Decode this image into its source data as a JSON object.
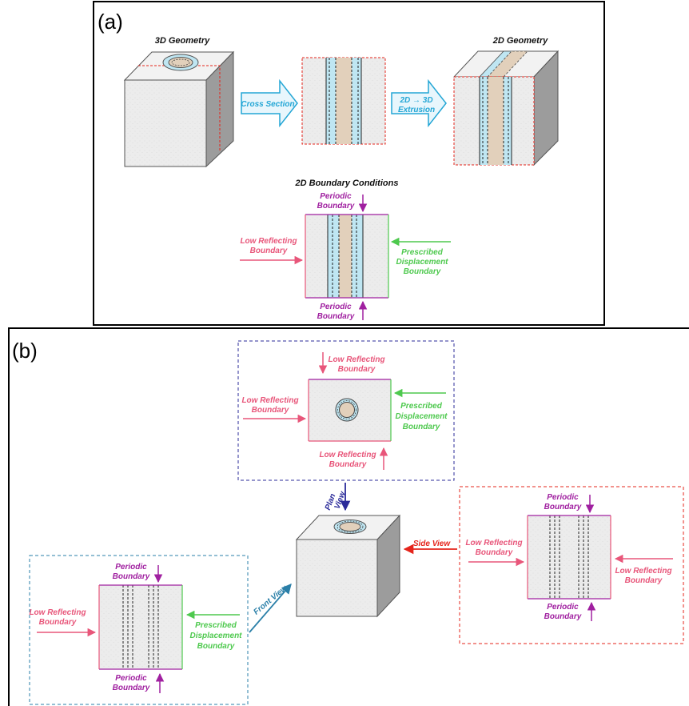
{
  "panel_a": {
    "label": "(a)",
    "title_3d": "3D Geometry",
    "title_2d": "2D Geometry",
    "title_bc": "2D Boundary Conditions",
    "arrow_cross": "Cross Section",
    "arrow_extrusion_line1": "2D → 3D",
    "arrow_extrusion_line2": "Extrusion",
    "periodic_line1": "Periodic",
    "periodic_line2": "Boundary",
    "low_line1": "Low Reflecting",
    "low_line2": "Boundary",
    "presc_line1": "Prescribed",
    "presc_line2": "Displacement",
    "presc_line3": "Boundary"
  },
  "panel_b": {
    "label": "(b)",
    "plan_view_line1": "Plan",
    "plan_view_line2": "View",
    "side_view": "Side View",
    "front_view": "Front View",
    "low_line1": "Low Reflecting",
    "low_line2": "Boundary",
    "presc_line1": "Prescribed",
    "presc_line2": "Displacement",
    "presc_line3": "Boundary",
    "periodic_line1": "Periodic",
    "periodic_line2": "Boundary"
  },
  "colors": {
    "low_reflecting": "#e8567a",
    "prescribed": "#4ec94e",
    "periodic": "#a020a0",
    "arrow_cyan": "#23a6d5",
    "plan_box": "#2b2b9a",
    "side_box": "#e5241b",
    "front_box": "#2a7fa8"
  }
}
